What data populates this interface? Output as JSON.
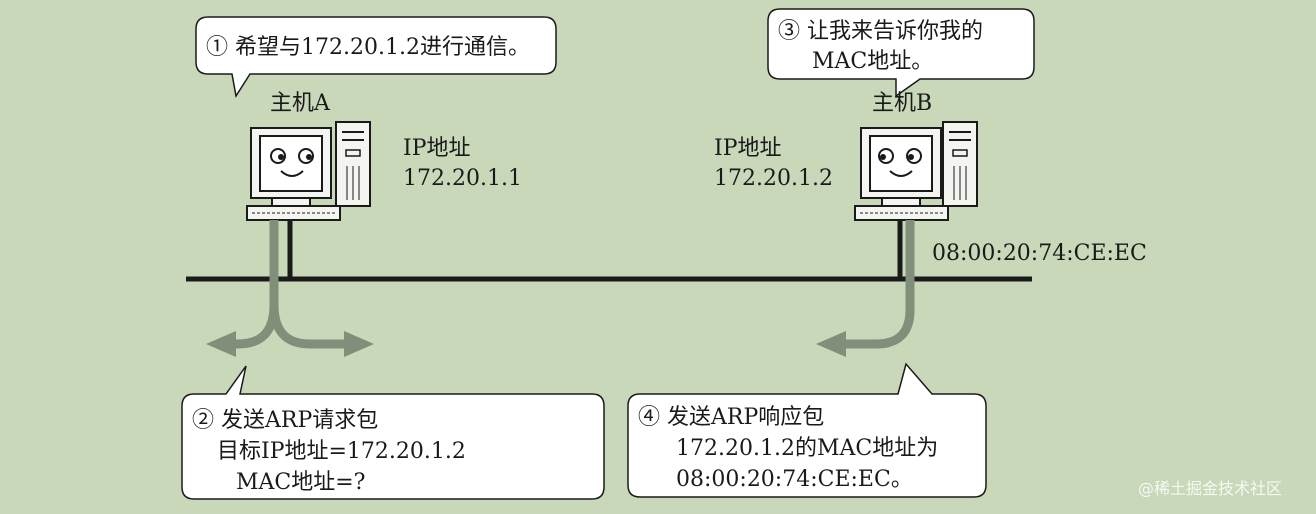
{
  "bubbles": {
    "step1": "① 希望与172.20.1.2进行通信。",
    "step3": {
      "line1": "③ 让我来告诉你我的",
      "line2": "MAC地址。"
    },
    "step2": {
      "line1": "② 发送ARP请求包",
      "line2": "目标IP地址=172.20.1.2",
      "line3": "MAC地址=?"
    },
    "step4": {
      "line1": "④ 发送ARP响应包",
      "line2": "172.20.1.2的MAC地址为",
      "line3": "08:00:20:74:CE:EC。"
    }
  },
  "hosts": {
    "a": {
      "name": "主机A",
      "ip_label": "IP地址",
      "ip": "172.20.1.1"
    },
    "b": {
      "name": "主机B",
      "ip_label": "IP地址",
      "ip": "172.20.1.2",
      "mac": "08:00:20:74:CE:EC"
    }
  },
  "watermark": "@稀土掘金技术社区",
  "colors": {
    "background": "#c8d8b9",
    "arrow": "#7f8f79",
    "line": "#1a1a1a"
  }
}
